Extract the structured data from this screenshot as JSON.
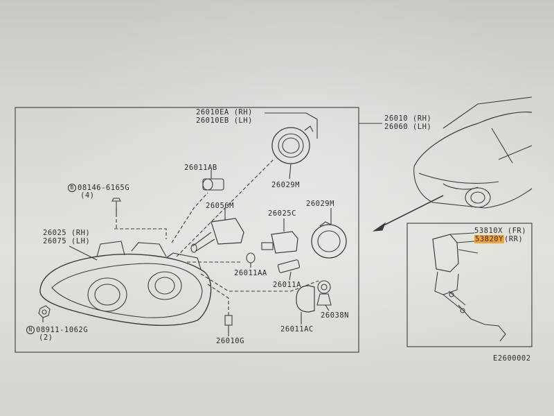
{
  "diagram": {
    "code": "E2600002",
    "headlamp_assembly": [
      "26010 (RH)",
      "26060 (LH)"
    ],
    "housing": [
      "26025 (RH)",
      "26075 (LH)"
    ],
    "bulb_cover": [
      "26010EA (RH)",
      "26010EB (LH)"
    ],
    "parts": {
      "p26011AB": "26011AB",
      "p26029M_a": "26029M",
      "p26056M": "26056M",
      "p26025C": "26025C",
      "p26029M_b": "26029M",
      "p26011AA": "26011AA",
      "p26011A": "26011A",
      "p26038N": "26038N",
      "p26011AC": "26011AC",
      "p26010G": "26010G"
    },
    "bolt": {
      "symbol": "B",
      "number": "08146-6165G",
      "qty": "(4)"
    },
    "nut": {
      "symbol": "N",
      "number": "08911-1062G",
      "qty": "(2)"
    },
    "sensor_front": "53810X (FR)",
    "sensor_rear_num": "53820Y",
    "sensor_rear_suffix": "(RR)"
  },
  "colors": {
    "line": "#3a3a3a",
    "highlight": "#f2a23a"
  }
}
